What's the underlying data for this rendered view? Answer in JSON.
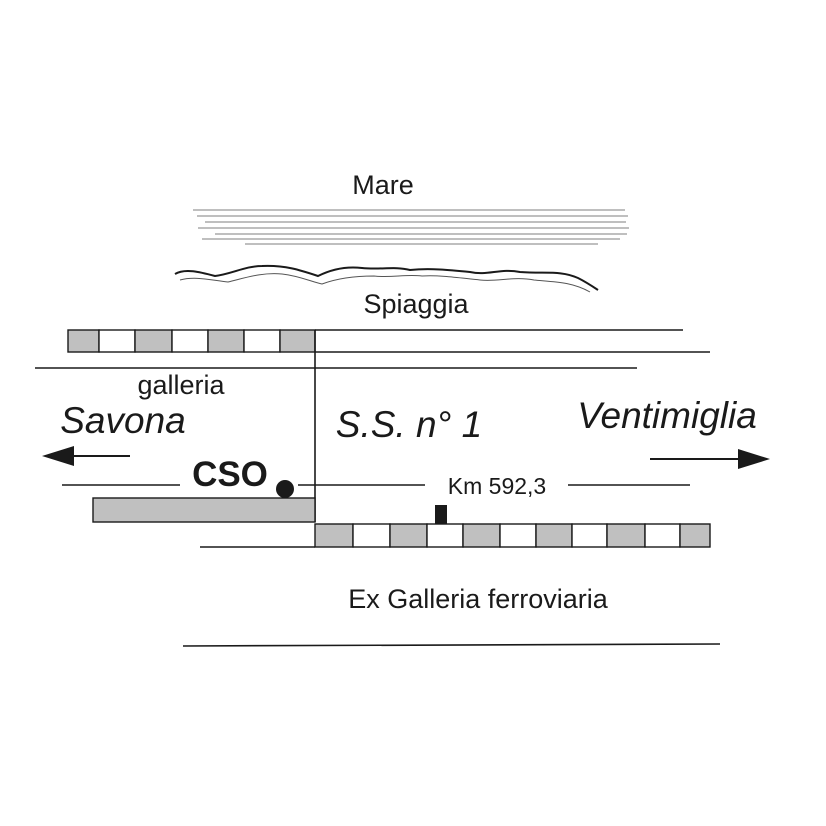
{
  "labels": {
    "sea": "Mare",
    "beach": "Spiaggia",
    "tunnel": "galleria",
    "west_city": "Savona",
    "road": "S.S. n° 1",
    "east_city": "Ventimiglia",
    "station_code": "CSO",
    "kilometer": "Km 592,3",
    "old_tunnel": "Ex Galleria ferroviaria"
  },
  "colors": {
    "ink": "#1a1a1a",
    "track_grey": "#c0c0c0",
    "sea_lines": "#555555"
  },
  "icons": {
    "west_arrow": "arrow-left-icon",
    "east_arrow": "arrow-right-icon",
    "station_marker": "station-dot-icon",
    "km_marker": "km-post-icon"
  }
}
